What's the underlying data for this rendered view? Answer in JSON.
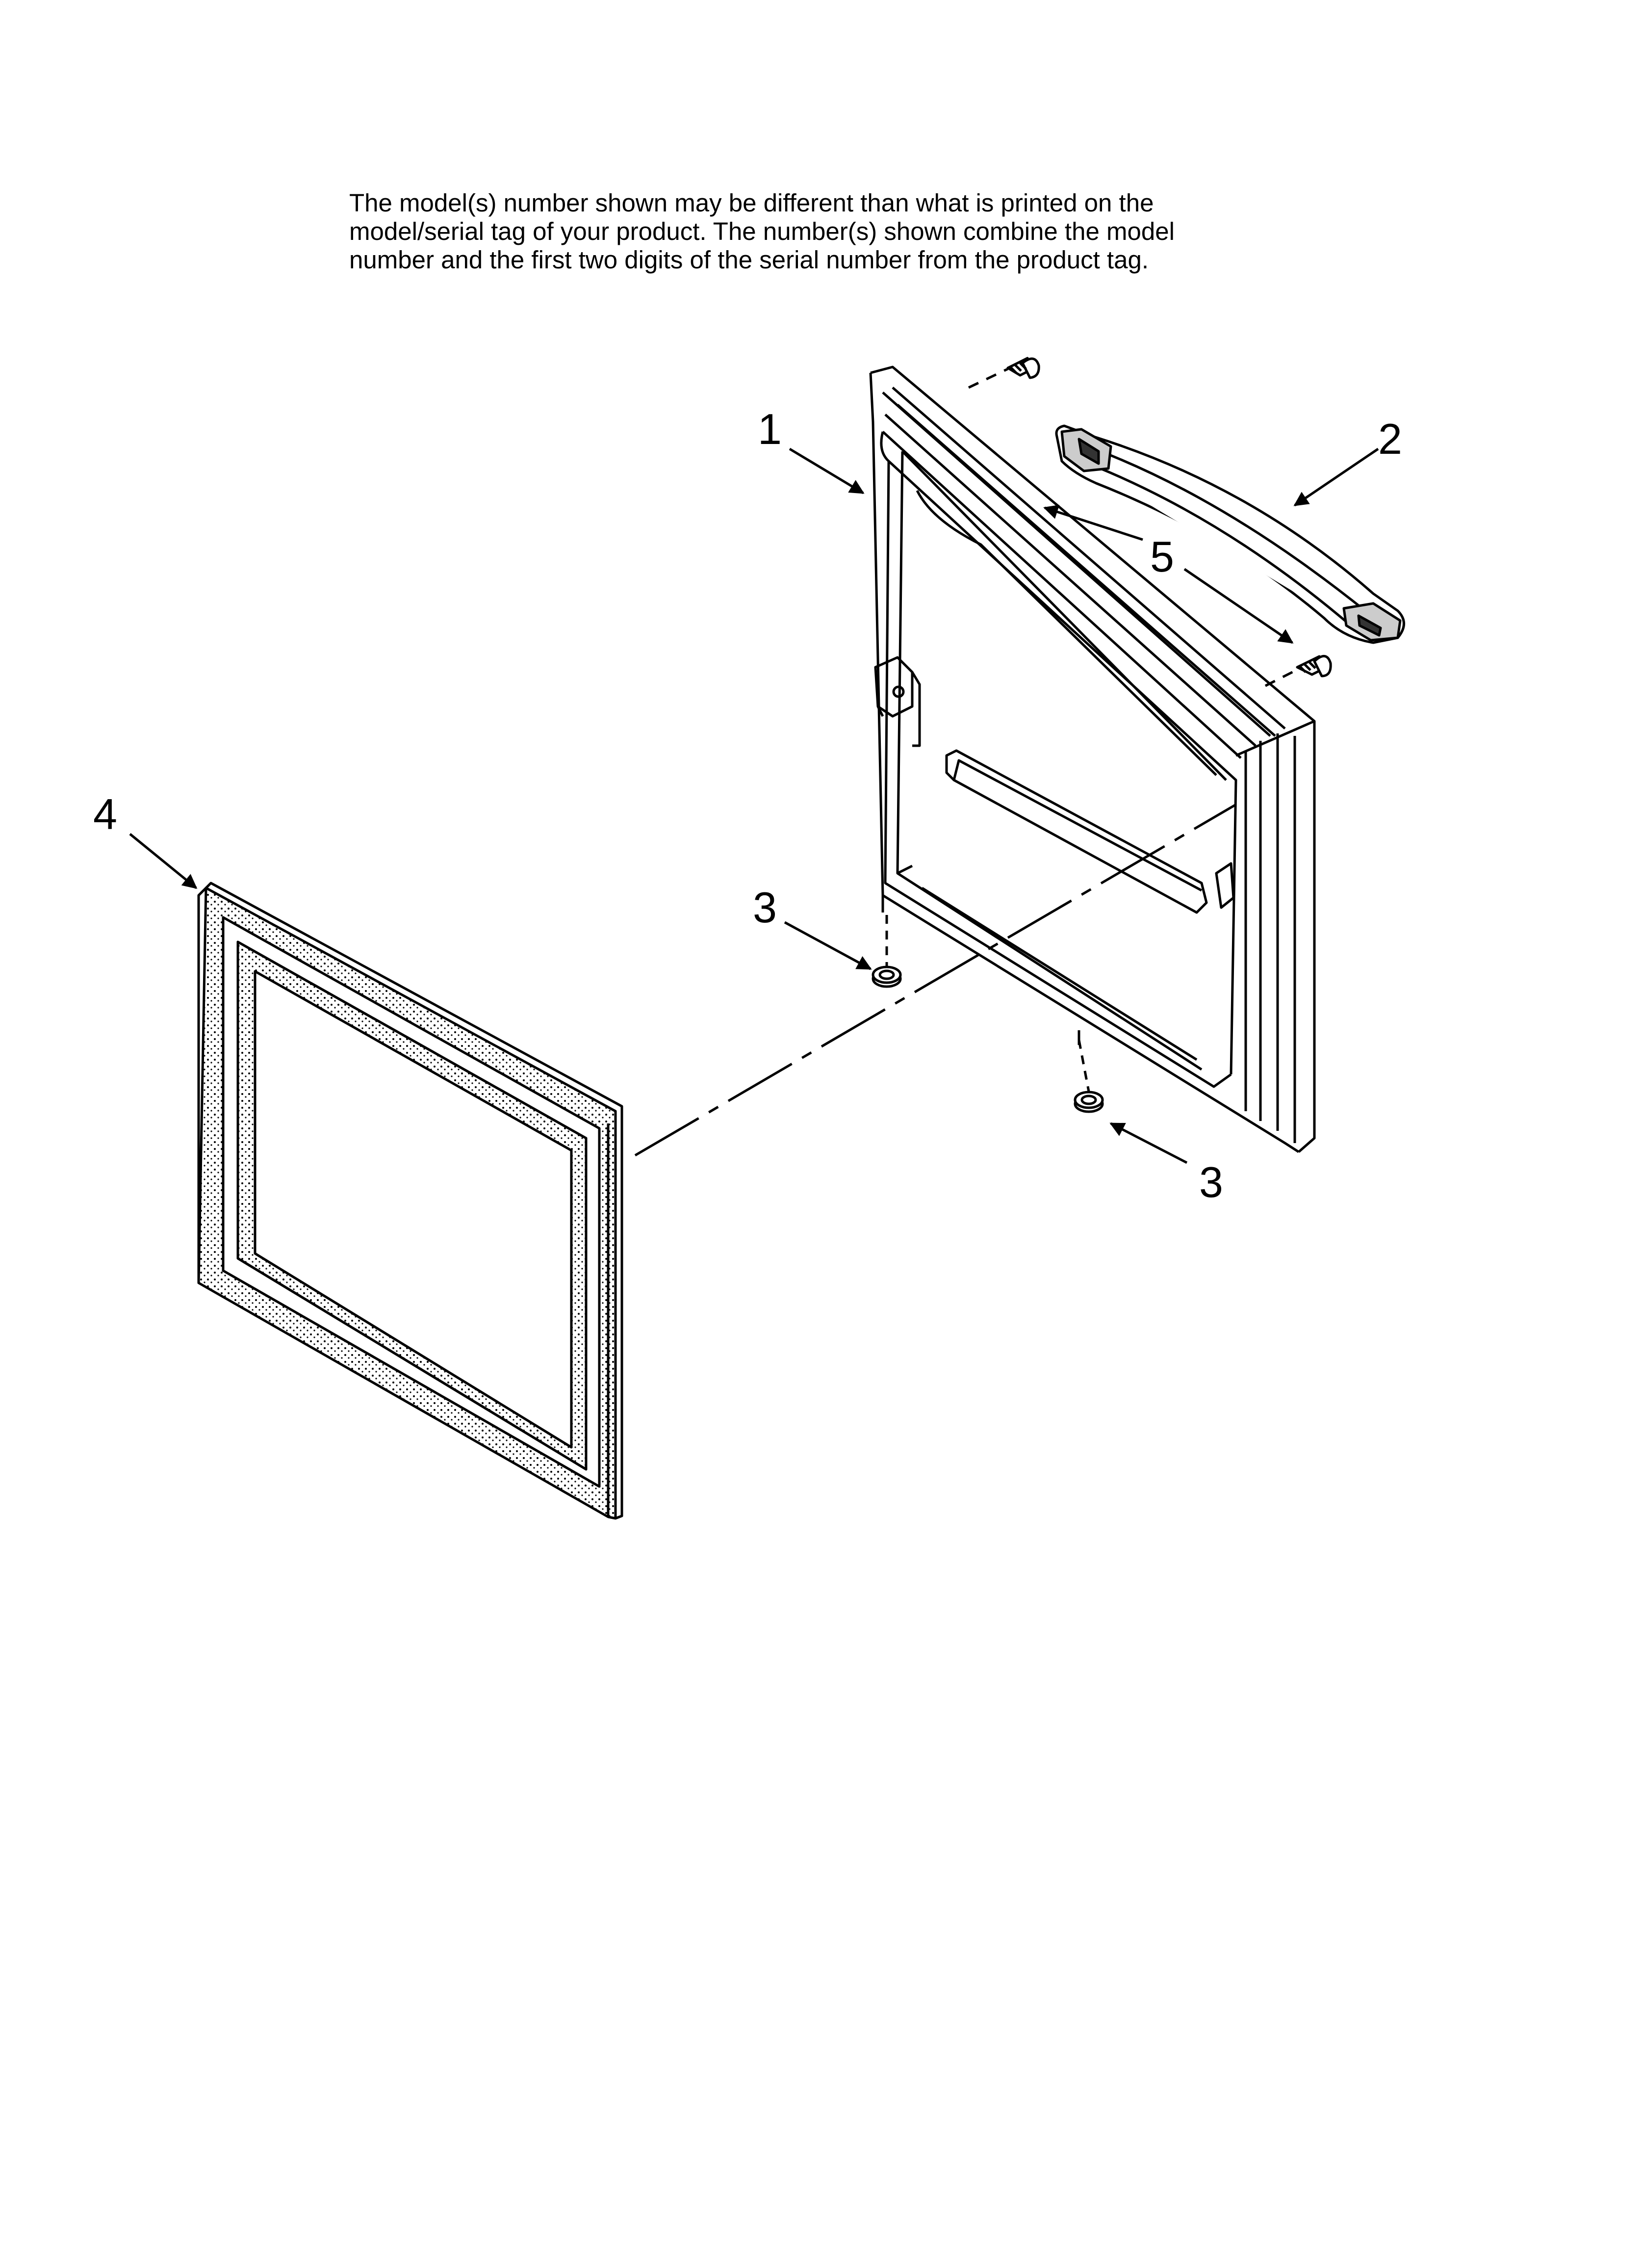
{
  "note": {
    "lines": [
      "The model(s) number shown may be different than what is printed on the",
      "model/serial tag of your product. The number(s) shown combine the model",
      "number and the first two digits of the serial number from the product tag."
    ]
  },
  "callouts": {
    "door": "1",
    "handle": "2",
    "bumper_left": "3",
    "bumper_right": "3",
    "gasket": "4",
    "screw": "5"
  }
}
